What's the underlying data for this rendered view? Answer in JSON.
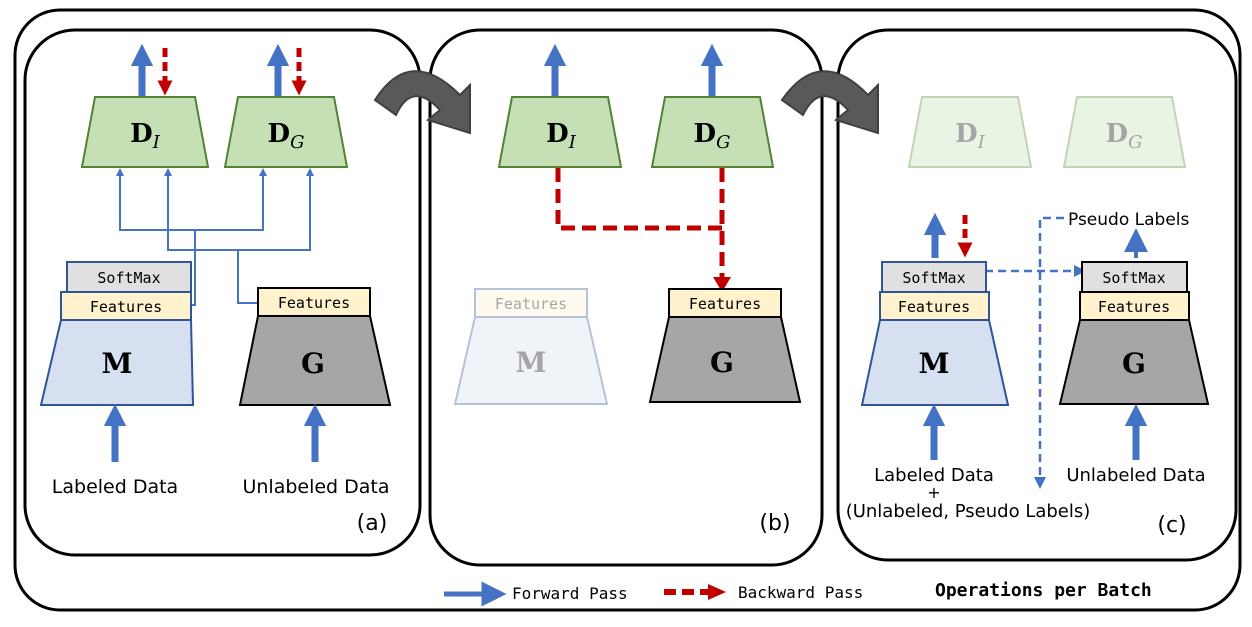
{
  "panels": {
    "a": {
      "label": "(a)",
      "d_i": {
        "main": "D",
        "sub": "I"
      },
      "d_g": {
        "main": "D",
        "sub": "G"
      },
      "m_softmax": "SoftMax",
      "m_features": "Features",
      "m_label": "M",
      "g_features": "Features",
      "g_label": "G",
      "m_input": "Labeled Data",
      "g_input": "Unlabeled Data"
    },
    "b": {
      "label": "(b)",
      "d_i": {
        "main": "D",
        "sub": "I"
      },
      "d_g": {
        "main": "D",
        "sub": "G"
      },
      "m_features": "Features",
      "m_label": "M",
      "g_features": "Features",
      "g_label": "G"
    },
    "c": {
      "label": "(c)",
      "d_i": {
        "main": "D",
        "sub": "I"
      },
      "d_g": {
        "main": "D",
        "sub": "G"
      },
      "pseudo_labels": "Pseudo Labels",
      "m_softmax": "SoftMax",
      "m_features": "Features",
      "m_label": "M",
      "g_softmax": "SoftMax",
      "g_features": "Features",
      "g_label": "G",
      "m_input_1": "Labeled Data",
      "m_input_2": "+",
      "m_input_3": "(Unlabeled, Pseudo Labels)",
      "g_input": "Unlabeled Data"
    }
  },
  "legend": {
    "forward": "Forward Pass",
    "backward": "Backward Pass",
    "caption": "Operations per Batch"
  },
  "colors": {
    "blue_arrow": "#4472c4",
    "red_arrow": "#c00000",
    "disc_fill": "#c5e0b4",
    "disc_stroke": "#548235",
    "m_fill": "#d6e0f0",
    "m_stroke": "#2f5597",
    "g_fill": "#a6a6a6",
    "features_fill": "#fff2cc",
    "softmax_fill": "#e0e0e0"
  }
}
